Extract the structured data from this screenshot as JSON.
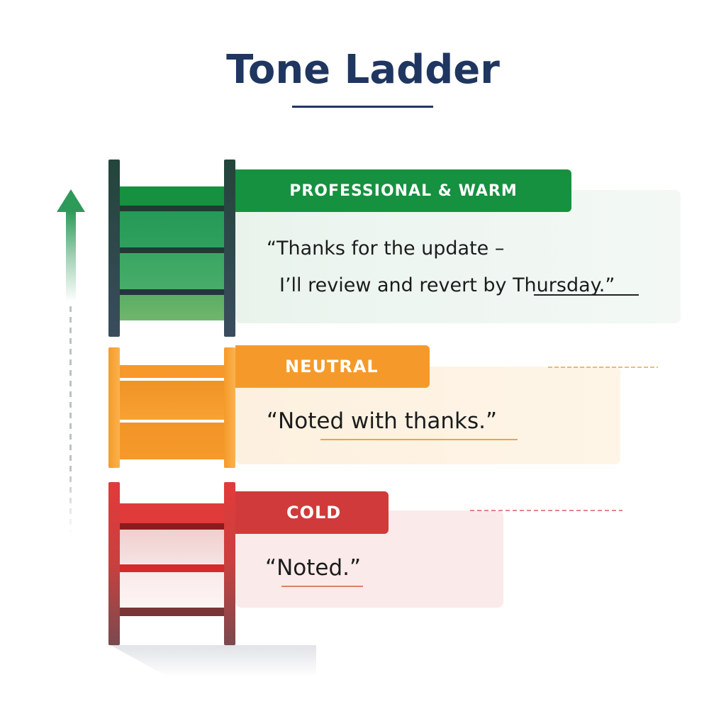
{
  "title": "Tone Ladder",
  "colors": {
    "title": "#1f3660",
    "warm": "#16913f",
    "neutral": "#f59a2a",
    "cold": "#d13a3a",
    "arrow": "#2e9a5a"
  },
  "direction_indicator": {
    "icon": "arrow-up-icon",
    "meaning": "increasing warmth"
  },
  "levels": [
    {
      "label": "PROFESSIONAL & WARM",
      "quote_line1": "“Thanks for the update –",
      "quote_line2_pre": "I’ll review and revert by ",
      "quote_line2_emph": "Thursday.",
      "quote_line2_post": "”",
      "color": "#16913f",
      "card_bg": "#eef6f0"
    },
    {
      "label": "NEUTRAL",
      "quote_pre": "“Noted ",
      "quote_emph": "with thanks.",
      "quote_post": "”",
      "color": "#f59a2a",
      "card_bg": "#fef3e2"
    },
    {
      "label": "COLD",
      "quote_pre": "“",
      "quote_emph": "Noted.",
      "quote_post": "”",
      "color": "#d13a3a",
      "card_bg": "#fbeaea"
    }
  ]
}
